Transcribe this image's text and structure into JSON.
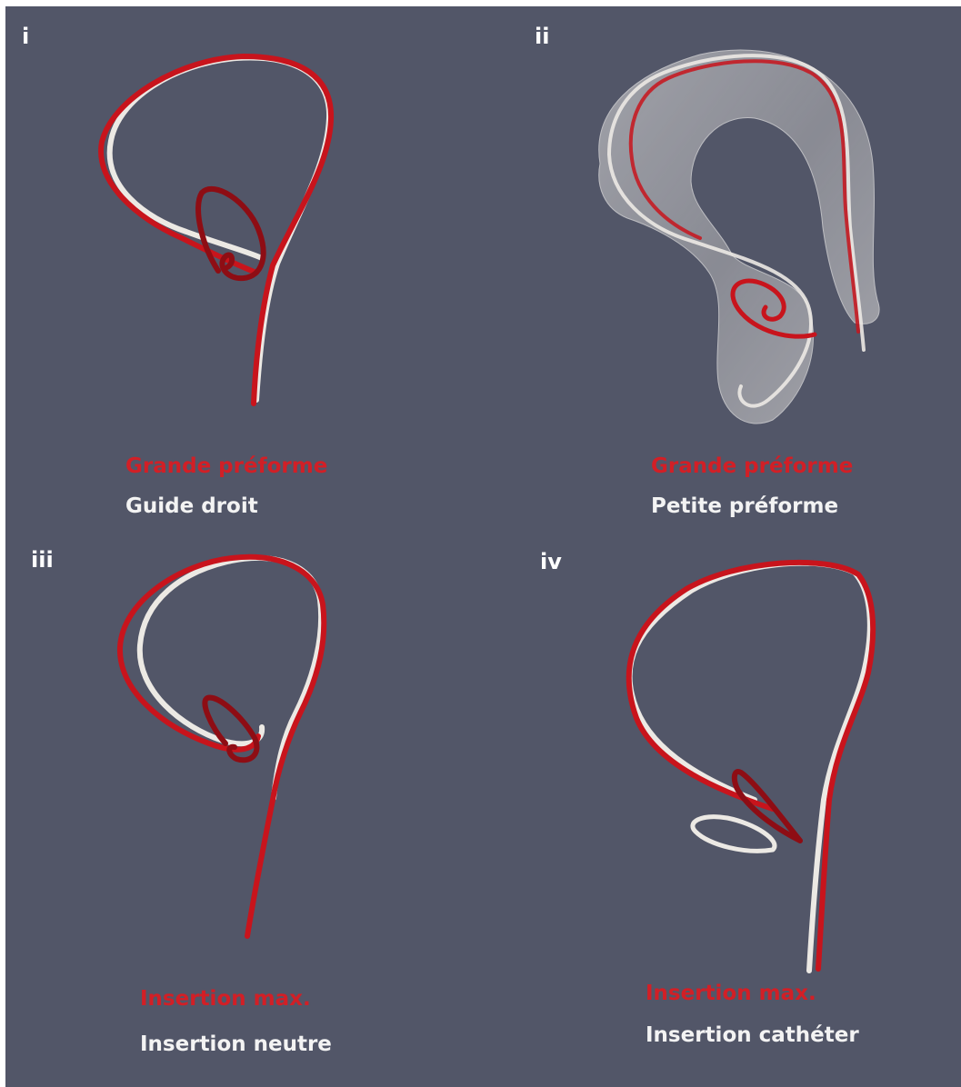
{
  "colors": {
    "background": "#525668",
    "red_wire": "#c8141c",
    "white_wire": "#ece9e4",
    "red_text": "#d21f26",
    "white_text": "#f3f3f3"
  },
  "panels": [
    {
      "label": "i",
      "legend_red": "Grande préforme",
      "legend_white": "Guide droit"
    },
    {
      "label": "ii",
      "legend_red": "Grande préforme",
      "legend_white": "Petite préforme"
    },
    {
      "label": "iii",
      "legend_red": "Insertion max.",
      "legend_white": "Insertion neutre"
    },
    {
      "label": "iv",
      "legend_red": "Insertion max.",
      "legend_white": "Insertion cathéter"
    }
  ]
}
